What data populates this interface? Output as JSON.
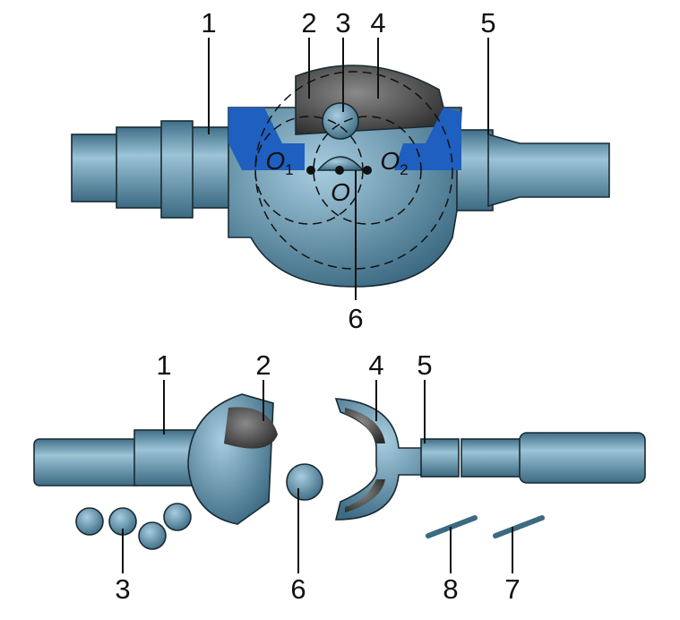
{
  "assembled_view": {
    "labels": [
      "1",
      "2",
      "3",
      "4",
      "5",
      "6"
    ],
    "points": {
      "o1": "O",
      "o1_sub": "1",
      "o2": "O",
      "o2_sub": "2",
      "o": "O"
    }
  },
  "exploded_view": {
    "labels": {
      "l1": "1",
      "l2": "2",
      "l4": "4",
      "l5": "5",
      "l3": "3",
      "l6": "6",
      "l8": "8",
      "l7": "7"
    }
  },
  "colors": {
    "steel": "#6f9fb7",
    "steel_dark": "#3b6a82",
    "section_blue": "#1f5fbf",
    "dark_gray": "#4a4a4a"
  }
}
